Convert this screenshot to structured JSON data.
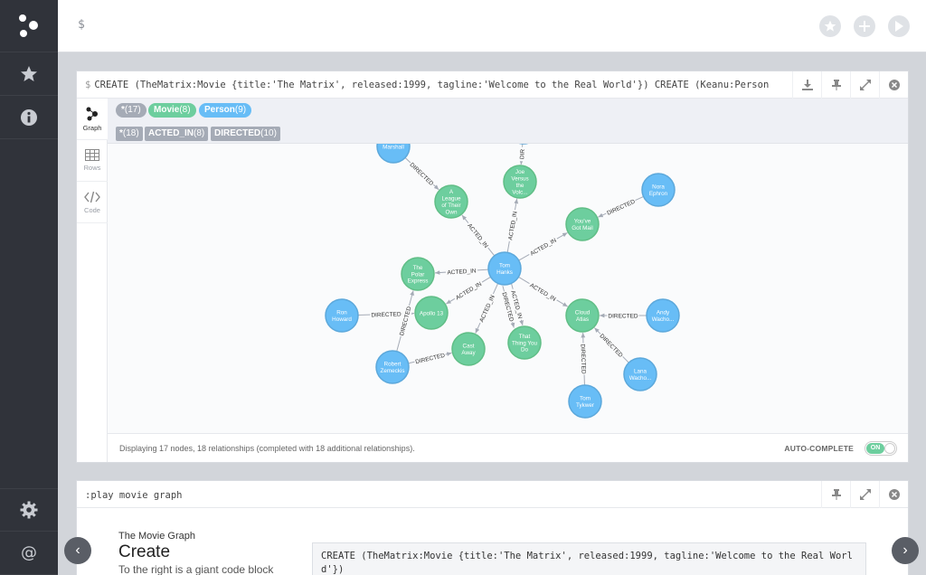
{
  "editor": {
    "prompt": "$"
  },
  "frame1": {
    "command": "CREATE (TheMatrix:Movie {title:'The Matrix', released:1999, tagline:'Welcome to the Real World'}) CREATE (Keanu:Person {name:'…",
    "dollar": "$",
    "tabs": [
      {
        "label": "Graph",
        "icon": "graph-icon"
      },
      {
        "label": "Rows",
        "icon": "table-icon"
      },
      {
        "label": "Code",
        "icon": "code-icon"
      }
    ],
    "labels": [
      {
        "name": "*",
        "count": "(17)",
        "color": "#a5abb6"
      },
      {
        "name": "Movie",
        "count": "(8)",
        "color": "#6dce9e"
      },
      {
        "name": "Person",
        "count": "(9)",
        "color": "#68bdf6"
      }
    ],
    "rels": [
      {
        "name": "*",
        "count": "(18)"
      },
      {
        "name": "ACTED_IN",
        "count": "(8)"
      },
      {
        "name": "DIRECTED",
        "count": "(10)"
      }
    ],
    "status": "Displaying 17 nodes, 18 relationships (completed with 18 additional relationships).",
    "autocomplete": "AUTO-COMPLETE",
    "toggle": "ON"
  },
  "graph": {
    "movie_color": "#6dce9e",
    "person_color": "#68bdf6",
    "nodes": [
      {
        "id": "tom",
        "type": "person",
        "lines": [
          "Tom",
          "Hanks"
        ]
      },
      {
        "id": "joe",
        "type": "movie",
        "lines": [
          "Joe",
          "Versus",
          "the",
          "Volc..."
        ]
      },
      {
        "id": "league",
        "type": "movie",
        "lines": [
          "A",
          "League",
          "of Their",
          "Own"
        ]
      },
      {
        "id": "mail",
        "type": "movie",
        "lines": [
          "You've",
          "Got Mail"
        ]
      },
      {
        "id": "polar",
        "type": "movie",
        "lines": [
          "The",
          "Polar",
          "Express"
        ]
      },
      {
        "id": "apollo",
        "type": "movie",
        "lines": [
          "Apollo 13"
        ]
      },
      {
        "id": "cast",
        "type": "movie",
        "lines": [
          "Cast",
          "Away"
        ]
      },
      {
        "id": "thing",
        "type": "movie",
        "lines": [
          "That",
          "Thing You",
          "Do"
        ]
      },
      {
        "id": "cloud",
        "type": "movie",
        "lines": [
          "Cloud",
          "Atlas"
        ]
      },
      {
        "id": "nora",
        "type": "person",
        "lines": [
          "Nora",
          "Ephron"
        ]
      },
      {
        "id": "andy",
        "type": "person",
        "lines": [
          "Andy",
          "Wacho..."
        ]
      },
      {
        "id": "lana",
        "type": "person",
        "lines": [
          "Lana",
          "Wacho..."
        ]
      },
      {
        "id": "tykwer",
        "type": "person",
        "lines": [
          "Tom",
          "Tykwer"
        ]
      },
      {
        "id": "ron",
        "type": "person",
        "lines": [
          "Ron",
          "Howard"
        ]
      },
      {
        "id": "robert",
        "type": "person",
        "lines": [
          "Robert",
          "Zemeckis"
        ]
      },
      {
        "id": "marshall",
        "type": "person",
        "lines": [
          "Marshall"
        ]
      },
      {
        "id": "top",
        "type": "person",
        "lines": []
      }
    ],
    "edges": [
      {
        "from": "tom",
        "to": "joe",
        "label": "ACTED_IN"
      },
      {
        "from": "tom",
        "to": "league",
        "label": "ACTED_IN"
      },
      {
        "from": "tom",
        "to": "mail",
        "label": "ACTED_IN"
      },
      {
        "from": "tom",
        "to": "polar",
        "label": "ACTED_IN"
      },
      {
        "from": "tom",
        "to": "apollo",
        "label": "ACTED_IN"
      },
      {
        "from": "tom",
        "to": "cast",
        "label": "ACTED_IN"
      },
      {
        "from": "tom",
        "to": "thing",
        "label": "ACTED_IN"
      },
      {
        "from": "tom",
        "to": "thing",
        "label": "DIRECTED"
      },
      {
        "from": "tom",
        "to": "cloud",
        "label": "ACTED_IN"
      },
      {
        "from": "marshall",
        "to": "league",
        "label": "DIRECTED"
      },
      {
        "from": "top",
        "to": "joe",
        "label": "DIR"
      },
      {
        "from": "nora",
        "to": "mail",
        "label": "DIRECTED"
      },
      {
        "from": "andy",
        "to": "cloud",
        "label": "DIRECTED"
      },
      {
        "from": "lana",
        "to": "cloud",
        "label": "DIRECTED"
      },
      {
        "from": "tykwer",
        "to": "cloud",
        "label": "DIRECTED"
      },
      {
        "from": "ron",
        "to": "apollo",
        "label": "DIRECTED"
      },
      {
        "from": "robert",
        "to": "polar",
        "label": "DIRECTED"
      },
      {
        "from": "robert",
        "to": "cast",
        "label": "DIRECTED"
      }
    ]
  },
  "frame2": {
    "command": ":play movie graph",
    "subtitle": "The Movie Graph",
    "title": "Create",
    "text": "To the right is a giant code block",
    "code": "CREATE (TheMatrix:Movie {title:'The Matrix', released:1999, tagline:'Welcome to the Real World'})"
  },
  "carousel": {
    "prev": "‹",
    "next": "›"
  }
}
